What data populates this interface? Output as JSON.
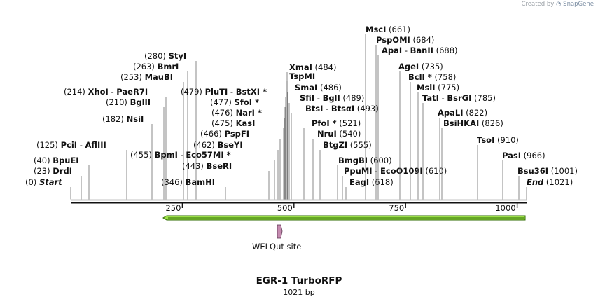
{
  "credit": {
    "prefix": "Created by",
    "brand": "SnapGene"
  },
  "map": {
    "name": "EGR-1 TurboRFP",
    "length_label": "1021 bp",
    "ticks": [
      "250",
      "500",
      "750",
      "1000"
    ],
    "feature_label": "WELQut site",
    "sites": [
      {
        "pos": "(0)",
        "names": [
          "Start"
        ],
        "italic": true
      },
      {
        "pos": "(23)",
        "names": [
          "DrdI"
        ]
      },
      {
        "pos": "(40)",
        "names": [
          "BpuEI"
        ]
      },
      {
        "pos": "(125)",
        "names": [
          "PciI",
          "AflIII"
        ]
      },
      {
        "pos": "(182)",
        "names": [
          "NsiI"
        ]
      },
      {
        "pos": "(210)",
        "names": [
          "BglII"
        ]
      },
      {
        "pos": "(214)",
        "names": [
          "XhoI",
          "PaeR7I"
        ]
      },
      {
        "pos": "(253)",
        "names": [
          "MauBI"
        ]
      },
      {
        "pos": "(263)",
        "names": [
          "BmrI"
        ]
      },
      {
        "pos": "(280)",
        "names": [
          "StyI"
        ]
      },
      {
        "pos": "(346)",
        "names": [
          "BamHI"
        ]
      },
      {
        "pos": "(443)",
        "names": [
          "BseRI"
        ]
      },
      {
        "pos": "(455)",
        "names": [
          "BpmI",
          "Eco57MI *"
        ]
      },
      {
        "pos": "(462)",
        "names": [
          "BseYI"
        ]
      },
      {
        "pos": "(466)",
        "names": [
          "PspFI"
        ]
      },
      {
        "pos": "(475)",
        "names": [
          "KasI"
        ]
      },
      {
        "pos": "(476)",
        "names": [
          "NarI *"
        ]
      },
      {
        "pos": "(477)",
        "names": [
          "SfoI *"
        ]
      },
      {
        "pos": "(479)",
        "names": [
          "PluTI",
          "BstXI *"
        ]
      },
      {
        "pos": "(484)",
        "names": [
          "XmaI"
        ]
      },
      {
        "pos": "",
        "names": [
          "TspMI"
        ]
      },
      {
        "pos": "(486)",
        "names": [
          "SmaI"
        ]
      },
      {
        "pos": "(489)",
        "names": [
          "SfiI",
          "BglI"
        ]
      },
      {
        "pos": "(493)",
        "names": [
          "BtsI",
          "BtsαI"
        ]
      },
      {
        "pos": "(521)",
        "names": [
          "PfoI *"
        ]
      },
      {
        "pos": "(540)",
        "names": [
          "NruI"
        ]
      },
      {
        "pos": "(555)",
        "names": [
          "BtgZI"
        ]
      },
      {
        "pos": "(600)",
        "names": [
          "BmgBI"
        ]
      },
      {
        "pos": "(610)",
        "names": [
          "PpuMI",
          "EcoO109I"
        ]
      },
      {
        "pos": "(618)",
        "names": [
          "EagI"
        ]
      },
      {
        "pos": "(661)",
        "names": [
          "MscI"
        ]
      },
      {
        "pos": "(684)",
        "names": [
          "PspOMI"
        ]
      },
      {
        "pos": "(688)",
        "names": [
          "ApaI",
          "BanII"
        ]
      },
      {
        "pos": "(735)",
        "names": [
          "AgeI"
        ]
      },
      {
        "pos": "(758)",
        "names": [
          "BclI *"
        ]
      },
      {
        "pos": "(775)",
        "names": [
          "MslI"
        ]
      },
      {
        "pos": "(785)",
        "names": [
          "TatI",
          "BsrGI"
        ]
      },
      {
        "pos": "(822)",
        "names": [
          "ApaLI"
        ]
      },
      {
        "pos": "(826)",
        "names": [
          "BsiHKAI"
        ]
      },
      {
        "pos": "(910)",
        "names": [
          "TsoI"
        ]
      },
      {
        "pos": "(966)",
        "names": [
          "PasI"
        ]
      },
      {
        "pos": "(1001)",
        "names": [
          "Bsu36I"
        ]
      },
      {
        "pos": "(1021)",
        "names": [
          "End"
        ],
        "italic": true
      }
    ]
  },
  "colors": {
    "feature_arrow": "#9de04a",
    "feature_arrow_edge": "#2f6b00",
    "site_marker": "#c58bb0"
  }
}
